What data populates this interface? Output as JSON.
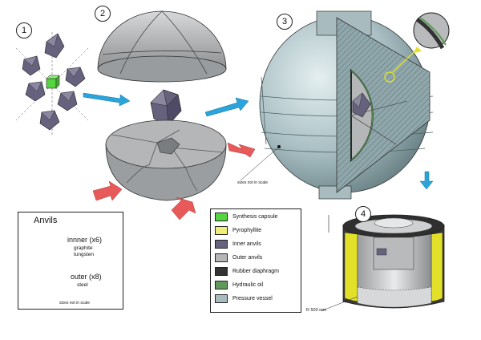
{
  "steps": [
    "1",
    "2",
    "3",
    "4"
  ],
  "anvils_box": {
    "title": "Anvils",
    "inner_label": "innner (x6)",
    "inner_material_1": "graphite",
    "inner_material_2": "tungsten",
    "outer_label": "outer (x8)",
    "outer_material": "steel",
    "note": "sizes not in scale"
  },
  "vessel_note": "sizes not in scale",
  "scale_label": "R 500 mm",
  "legend": [
    {
      "label": "Synthesis capsule",
      "color": "#55d640"
    },
    {
      "label": "Pyrophyllite",
      "color": "#f0ee7a"
    },
    {
      "label": "Inner anvils",
      "color": "#66627e"
    },
    {
      "label": "Outer anvils",
      "color": "#b4b6b8"
    },
    {
      "label": "Rubber diaphragm",
      "color": "#333333"
    },
    {
      "label": "Hydraulic oil",
      "color": "#5f9a5a"
    },
    {
      "label": "Pressure vessel",
      "color": "#a8bcc0"
    }
  ],
  "colors": {
    "arrow_blue": "#2aa5dc",
    "arrow_red": "#e85a5a",
    "outer_anvil": "#b4b6b8",
    "inner_anvil": "#66627e",
    "vessel": "#a8bcc0",
    "cylinder_yellow": "#e3e02a"
  },
  "icons": {
    "blue_arrow": "arrow-right-icon",
    "red_arrow": "arrow-press-icon",
    "down_arrow": "arrow-down-icon"
  }
}
